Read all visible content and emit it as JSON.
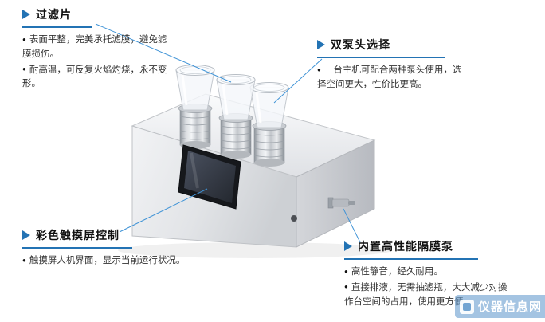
{
  "colors": {
    "accent_blue": "#2373b4",
    "connector_line_blue": "#3f93d6",
    "title_text": "#111111",
    "body_text": "#333333"
  },
  "glyphs": {
    "bullet": "●"
  },
  "callouts": {
    "filter_disc": {
      "title": "过滤片",
      "points": [
        "表面平整，完美承托滤膜，避免滤膜损伤。",
        "耐高温，可反复火焰灼烧，永不变形。"
      ]
    },
    "pump_heads": {
      "title": "双泵头选择",
      "points": [
        "一台主机可配合两种泵头使用，选择空间更大，性价比更高。"
      ]
    },
    "touchscreen": {
      "title": "彩色触摸屏控制",
      "points": [
        "触摸屏人机界面，显示当前运行状况。"
      ]
    },
    "diaphragm_pump": {
      "title": "内置高性能隔膜泵",
      "points": [
        "高性静音，经久耐用。",
        "直接排液，无需抽滤瓶，大大减少对操作台空间的占用，使用更方便。"
      ]
    }
  },
  "watermark": {
    "text": "仪器信息网"
  }
}
